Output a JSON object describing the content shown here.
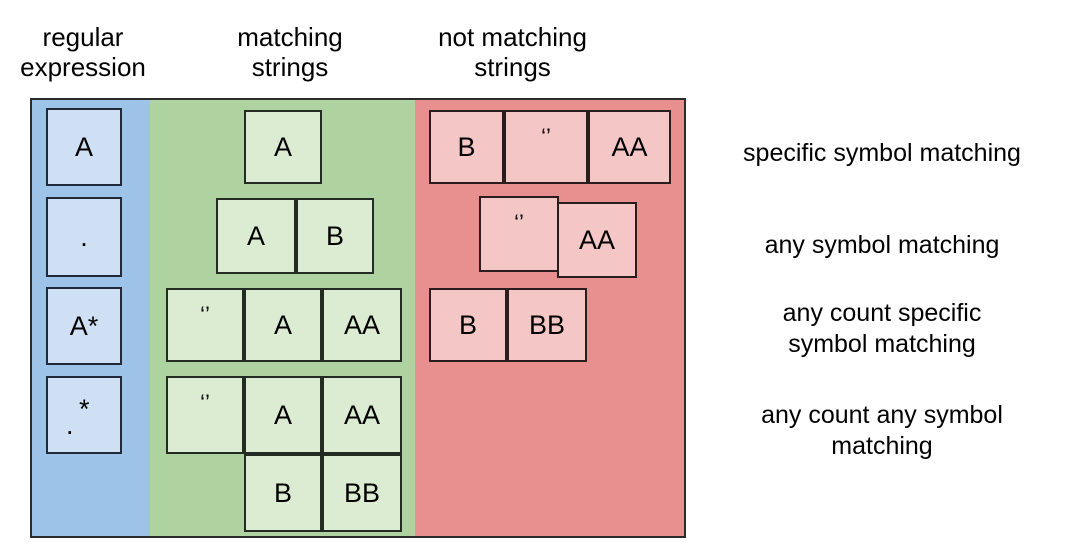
{
  "headers": {
    "regex": "regular\nexpression",
    "matching": "matching\nstrings",
    "not_matching": "not matching\nstrings"
  },
  "colors": {
    "regex_panel": "#9dc3e8",
    "matching_panel": "#aed3a0",
    "not_matching_panel": "#e8908f",
    "regex_cell": "#cfe0f4",
    "matching_cell": "#dcecd2",
    "not_matching_cell": "#f5c6c6",
    "border": "#23262b",
    "text": "#000000",
    "background": "#ffffff"
  },
  "empty_string_glyph": "‘’",
  "rows": [
    {
      "regex": "A",
      "matching": [
        "A"
      ],
      "not_matching": [
        "B",
        "‘’",
        "AA"
      ],
      "note": "specific symbol matching"
    },
    {
      "regex": ".",
      "matching": [
        "A",
        "B"
      ],
      "not_matching": [
        "‘’",
        "AA"
      ],
      "note": "any symbol matching"
    },
    {
      "regex": "A*",
      "matching": [
        "‘’",
        "A",
        "AA"
      ],
      "not_matching": [
        "B",
        "BB"
      ],
      "note": "any count specific\nsymbol matching"
    },
    {
      "regex": ".*",
      "regex_parts": {
        "dot": ".",
        "star": "*"
      },
      "matching": [
        "‘’",
        "A",
        "AA",
        "B",
        "BB"
      ],
      "not_matching": [],
      "note": "any count any symbol\nmatching"
    }
  ]
}
